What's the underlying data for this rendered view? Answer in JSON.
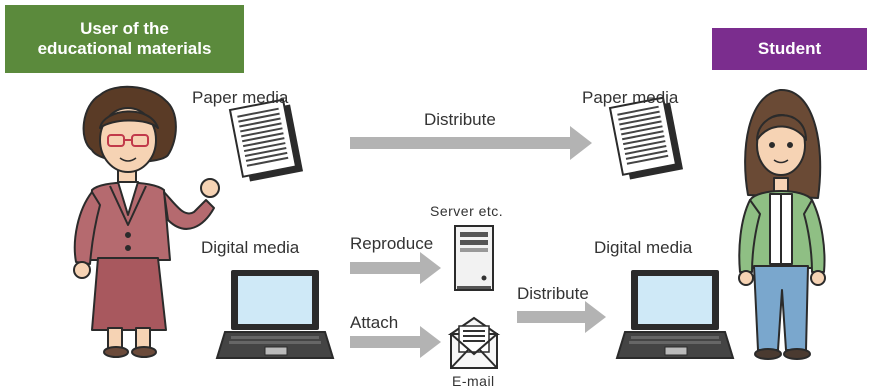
{
  "colors": {
    "user_badge": "#5b8a3c",
    "student_badge": "#7b2d8e",
    "arrow": "#b3b3b3",
    "teacher_suit": "#b56a6f",
    "student_jacket": "#8fbf84",
    "student_jeans": "#7aa7cd"
  },
  "badges": {
    "user_line1": "User of the",
    "user_line2": "educational materials",
    "student": "Student"
  },
  "labels": {
    "paper_media_left": "Paper media",
    "paper_media_right": "Paper media",
    "distribute_top": "Distribute",
    "server": "Server etc.",
    "digital_media_left": "Digital media",
    "digital_media_right": "Digital media",
    "reproduce": "Reproduce",
    "attach": "Attach",
    "distribute_bottom": "Distribute",
    "email": "E-mail"
  },
  "icons": [
    "teacher-figure-icon",
    "student-figure-icon",
    "paper-document-icon",
    "laptop-icon",
    "server-icon",
    "email-envelope-icon",
    "arrow-right-icon"
  ]
}
